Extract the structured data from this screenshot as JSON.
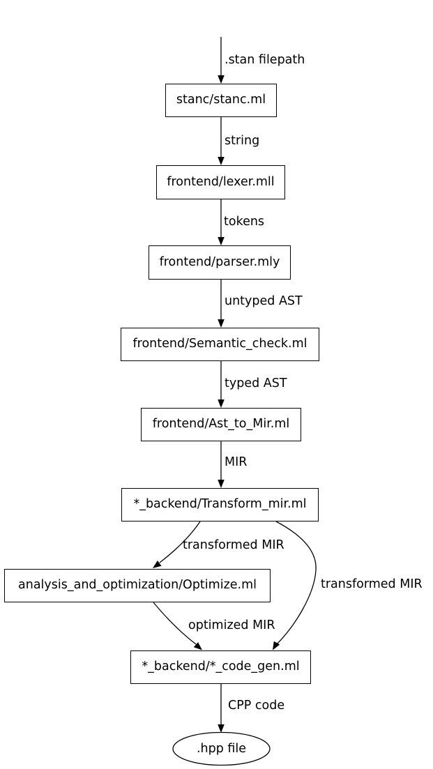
{
  "diagram": {
    "title": "stanc compilation pipeline flowchart",
    "nodes": {
      "stanc": "stanc/stanc.ml",
      "lexer": "frontend/lexer.mll",
      "parser": "frontend/parser.mly",
      "semantic_check": "frontend/Semantic_check.ml",
      "ast_to_mir": "frontend/Ast_to_Mir.ml",
      "transform_mir": "*_backend/Transform_mir.ml",
      "optimize": "analysis_and_optimization/Optimize.ml",
      "code_gen": "*_backend/*_code_gen.ml",
      "hpp": ".hpp file"
    },
    "edge_labels": {
      "stan_filepath": ".stan filepath",
      "string": "string",
      "tokens": "tokens",
      "untyped_ast": "untyped AST",
      "typed_ast": "typed AST",
      "mir": "MIR",
      "transformed_mir_left": "transformed MIR",
      "transformed_mir_right": "transformed MIR",
      "optimized_mir": "optimized MIR",
      "cpp_code": "CPP code"
    },
    "colors": {
      "stroke": "#000000",
      "background": "#ffffff"
    }
  }
}
